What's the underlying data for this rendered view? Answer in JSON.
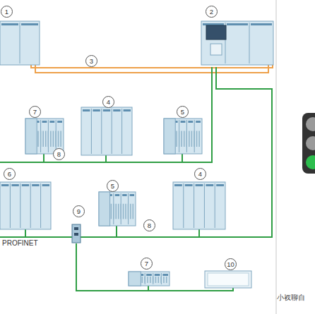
{
  "diagram": {
    "labels": [
      "1",
      "2",
      "3",
      "7",
      "4",
      "5",
      "8",
      "6",
      "5",
      "4",
      "9",
      "8",
      "PROFINET",
      "7",
      "10",
      "小衩聊自"
    ]
  }
}
